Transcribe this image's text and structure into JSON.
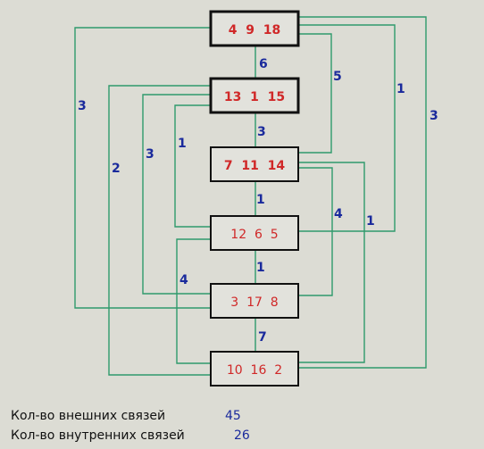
{
  "nodes": [
    {
      "id": "n1",
      "label": "4  9  18"
    },
    {
      "id": "n2",
      "label": "13  1  15"
    },
    {
      "id": "n3",
      "label": "7  11  14"
    },
    {
      "id": "n4",
      "label": "12  6  5"
    },
    {
      "id": "n5",
      "label": "3  17  8"
    },
    {
      "id": "n6",
      "label": "10  16  2"
    }
  ],
  "edges": [
    {
      "id": "e1",
      "from": "n1",
      "to": "n2",
      "weight": "6"
    },
    {
      "id": "e2",
      "from": "n2",
      "to": "n3",
      "weight": "3"
    },
    {
      "id": "e3",
      "from": "n3",
      "to": "n4",
      "weight": "1"
    },
    {
      "id": "e4",
      "from": "n4",
      "to": "n5",
      "weight": "1"
    },
    {
      "id": "e5",
      "from": "n5",
      "to": "n6",
      "weight": "7"
    },
    {
      "id": "e6",
      "from": "n1",
      "to": "n3",
      "weight": "5"
    },
    {
      "id": "e7",
      "from": "n1",
      "to": "n4",
      "weight": "1"
    },
    {
      "id": "e8",
      "from": "n1",
      "to": "n6",
      "weight": "3"
    },
    {
      "id": "e9",
      "from": "n1",
      "to": "n5",
      "weight": "3"
    },
    {
      "id": "e10",
      "from": "n2",
      "to": "n6",
      "weight": "2"
    },
    {
      "id": "e11",
      "from": "n2",
      "to": "n5",
      "weight": "3"
    },
    {
      "id": "e12",
      "from": "n2",
      "to": "n4",
      "weight": "1"
    },
    {
      "id": "e13",
      "from": "n3",
      "to": "n5",
      "weight": "4"
    },
    {
      "id": "e14",
      "from": "n3",
      "to": "n6",
      "weight": "1"
    },
    {
      "id": "e15",
      "from": "n4",
      "to": "n6",
      "weight": "4"
    }
  ],
  "stats": {
    "external_label": "Кол-во внешних связей",
    "external_value": "45",
    "internal_label": "Кол-во внутренних связей",
    "internal_value": "26"
  },
  "colors": {
    "line": "#2f9a6c",
    "box_border": "#111111",
    "box_fill": "#e2e2dc",
    "node_text": "#d02828",
    "weight_text": "#1a2a9c",
    "background": "#dcdcd4"
  }
}
